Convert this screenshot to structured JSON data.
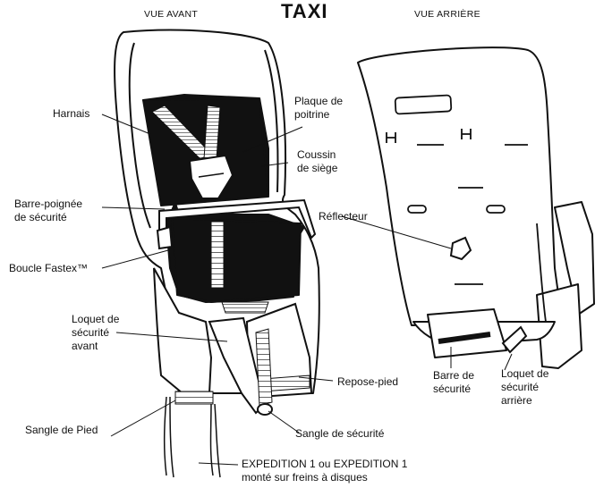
{
  "header": {
    "title": "TAXI",
    "view_front": "VUE AVANT",
    "view_back": "VUE ARRIÈRE"
  },
  "labels": {
    "harnais": "Harnais",
    "plaque_line1": "Plaque de",
    "plaque_line2": "poitrine",
    "coussin_line1": "Coussin",
    "coussin_line2": "de siège",
    "barre_poignee_line1": "Barre-poignée",
    "barre_poignee_line2": "de sécurité",
    "reflecteur": "Réflecteur",
    "boucle": "Boucle Fastex™",
    "loquet_avant_line1": "Loquet de",
    "loquet_avant_line2": "sécurité",
    "loquet_avant_line3": "avant",
    "repose_pied": "Repose-pied",
    "barre_securite_line1": "Barre de",
    "barre_securite_line2": "sécurité",
    "loquet_arriere_line1": "Loquet de",
    "loquet_arriere_line2": "sécurité",
    "loquet_arriere_line3": "arrière",
    "sangle_pied": "Sangle de Pied",
    "sangle_securite": "Sangle de sécurité",
    "expedition_line1": "EXPEDITION 1 ou EXPEDITION 1",
    "expedition_line2": "monté sur freins à disques"
  }
}
